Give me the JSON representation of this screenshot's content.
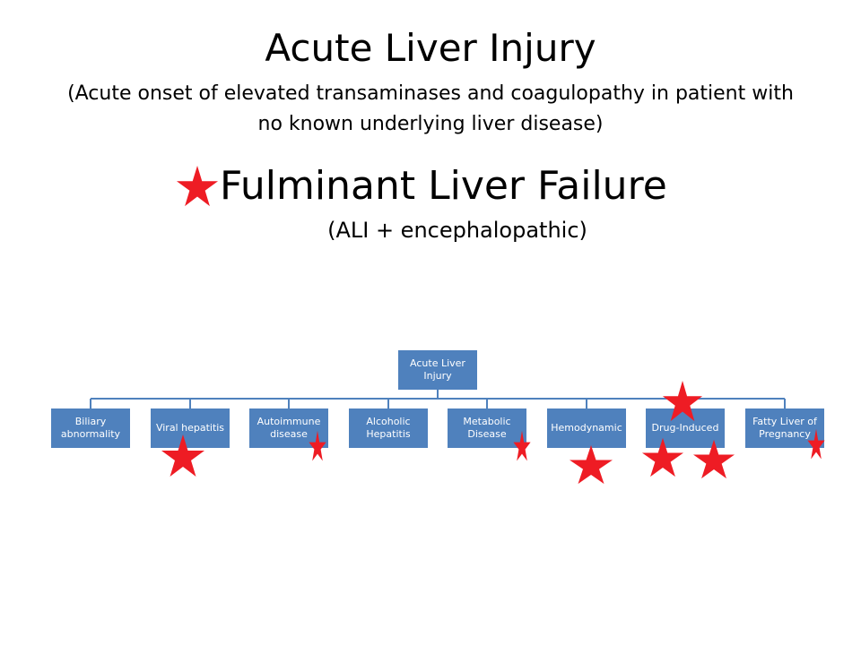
{
  "slide": {
    "title": "Acute Liver Injury",
    "subtitle": "(Acute onset of elevated transaminases and coagulopathy in patient with no known underlying liver disease)",
    "heading2": "Fulminant Liver Failure",
    "sub2": "(ALI + encephalopathic)"
  },
  "hierarchy": {
    "root": "Acute Liver Injury",
    "children": [
      "Biliary abnormality",
      "Viral hepatitis",
      "Autoimmune disease",
      "Alcoholic Hepatitis",
      "Metabolic Disease",
      "Hemodynamic",
      "Drug-Induced",
      "Fatty Liver of Pregnancy"
    ]
  },
  "colors": {
    "node_fill": "#4f81bd",
    "star": "#ee1c24"
  },
  "icons": [
    "star-icon"
  ]
}
